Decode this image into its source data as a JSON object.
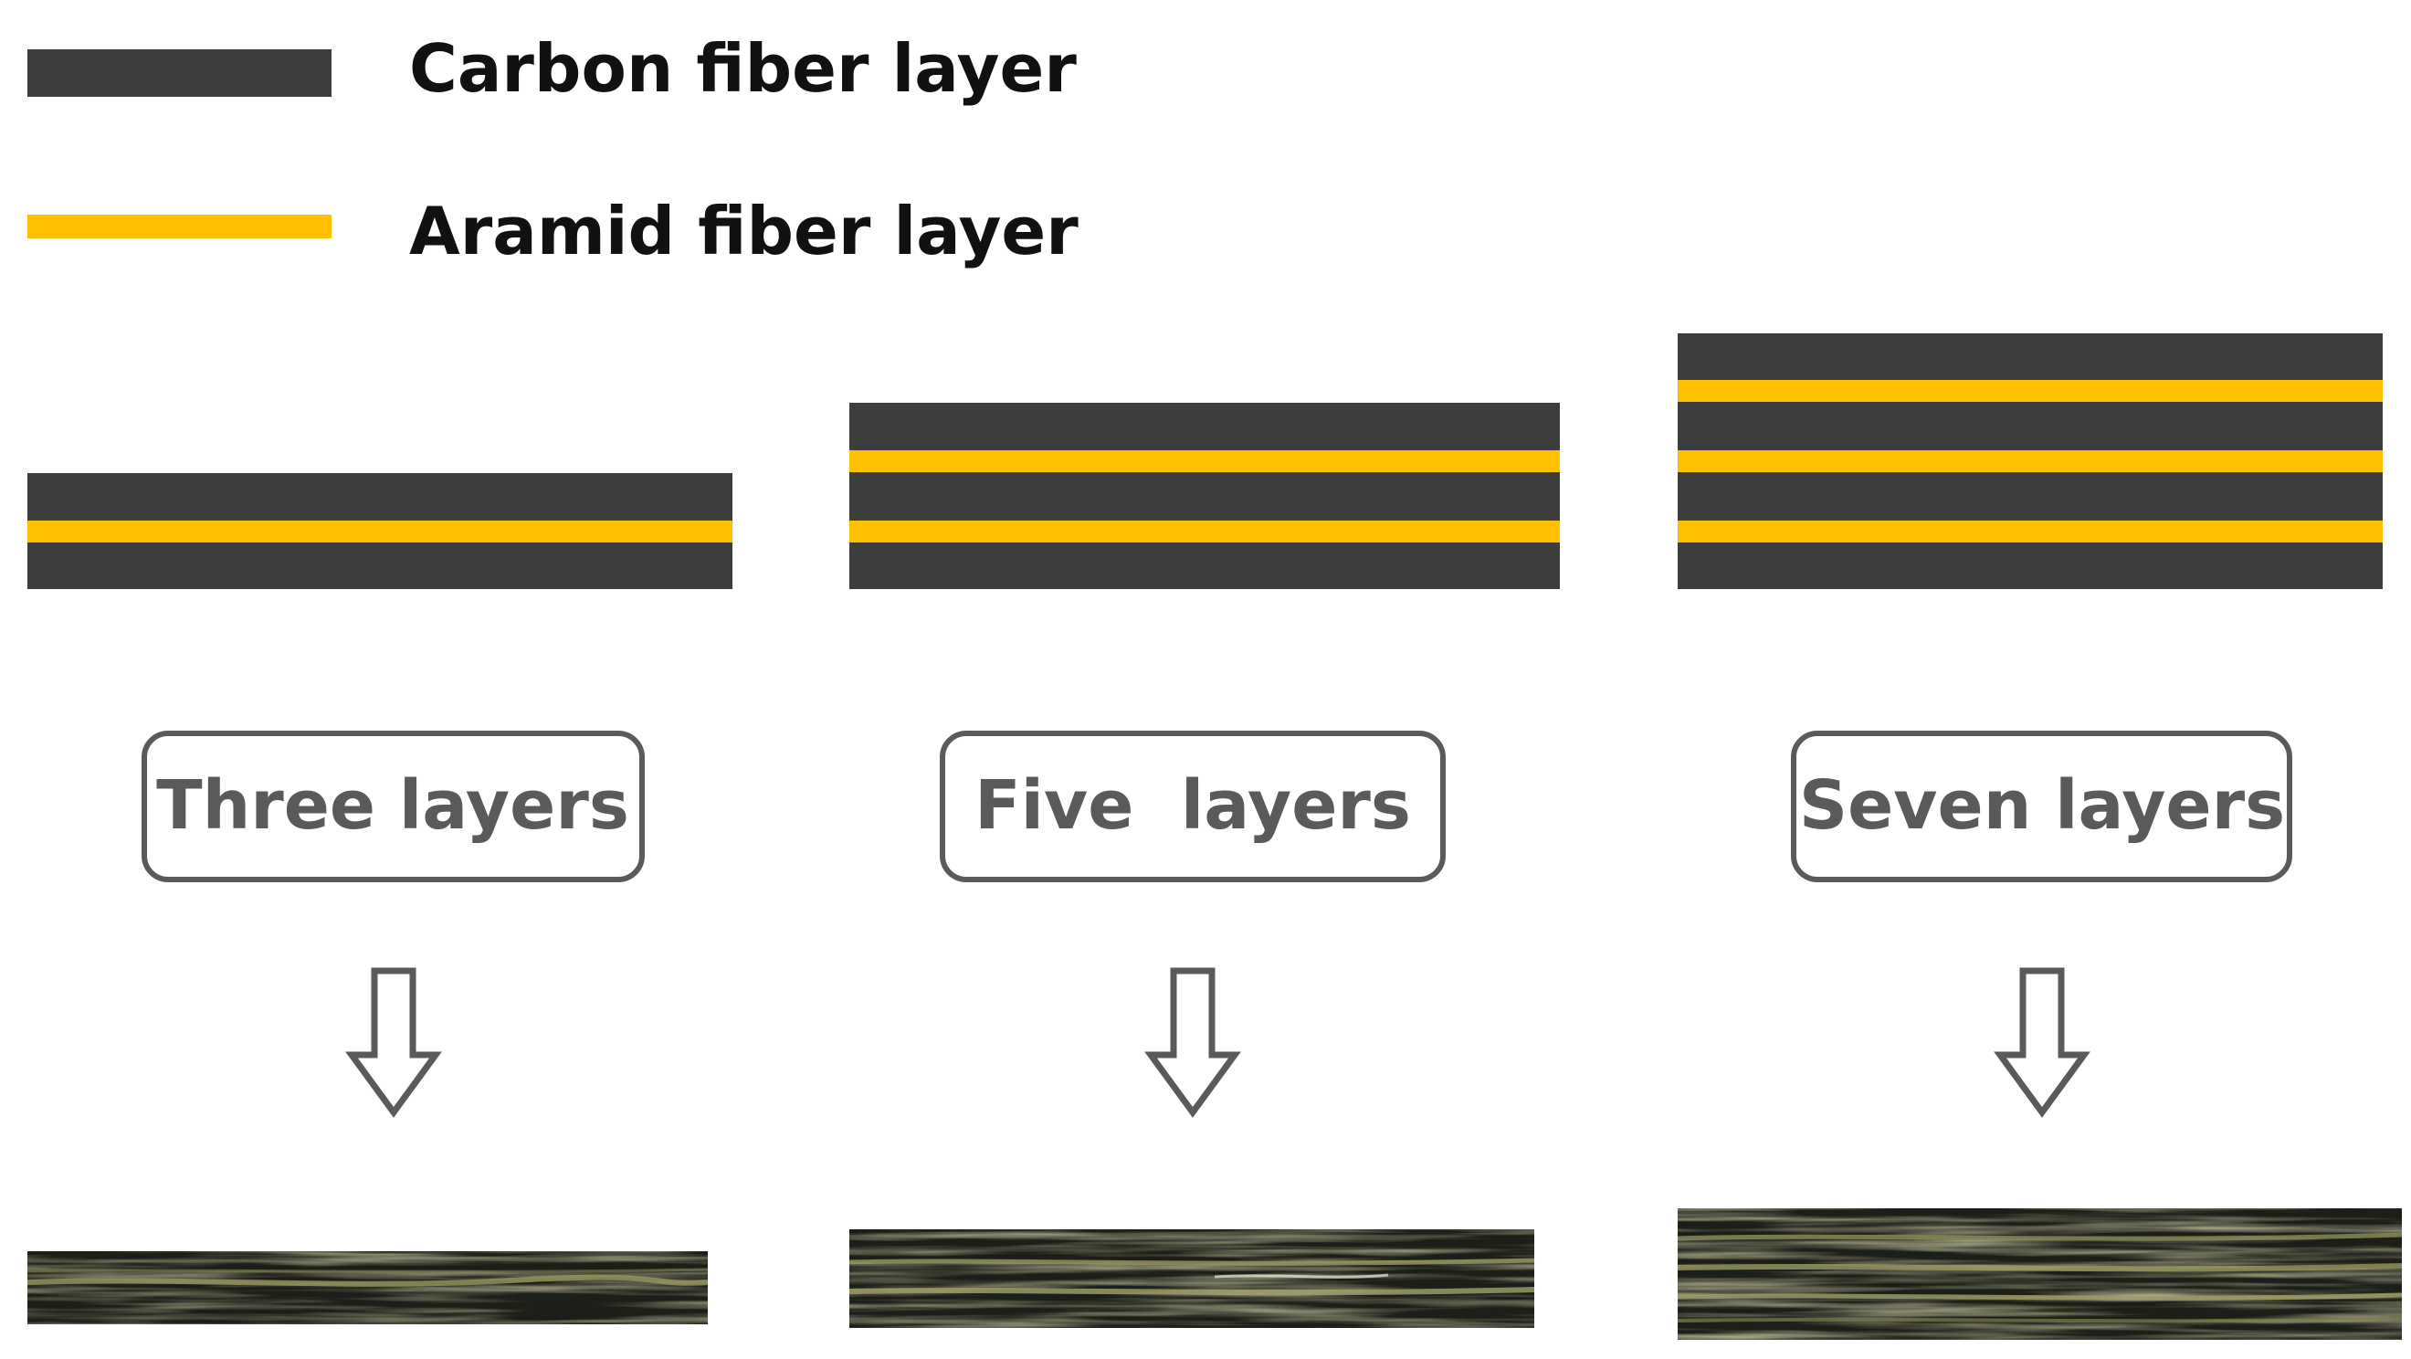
{
  "legend": {
    "items": [
      {
        "label": "Carbon fiber layer",
        "color": "#3d3d3d"
      },
      {
        "label": "Aramid fiber layer",
        "color": "#ffc000"
      }
    ]
  },
  "colors": {
    "carbon": "#3d3d3d",
    "aramid": "#ffc000",
    "box_stroke": "#5a5a5a",
    "label_text": "#5a5a5a",
    "arrow": "#5a5a5a"
  },
  "configurations": [
    {
      "label": "Three layers",
      "layers": [
        "carbon",
        "aramid",
        "carbon"
      ],
      "photo": "sample photo"
    },
    {
      "label": "Five  layers",
      "layers": [
        "carbon",
        "aramid",
        "carbon",
        "aramid",
        "carbon"
      ],
      "photo": "sample photo"
    },
    {
      "label": "Seven layers",
      "layers": [
        "carbon",
        "aramid",
        "carbon",
        "aramid",
        "carbon",
        "aramid",
        "carbon"
      ],
      "photo": "sample photo"
    }
  ]
}
